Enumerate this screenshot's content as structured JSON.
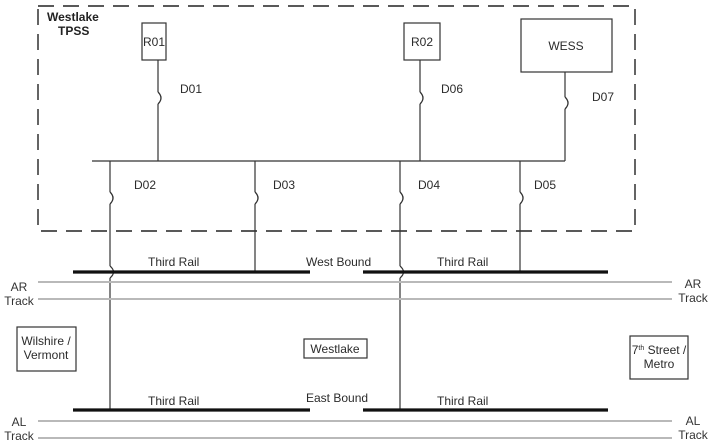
{
  "substation": {
    "name_line1": "Westlake",
    "name_line2": "TPSS"
  },
  "equipment": {
    "r01": "R01",
    "r02": "R02",
    "wess": "WESS"
  },
  "breakers": {
    "d01": "D01",
    "d02": "D02",
    "d03": "D03",
    "d04": "D04",
    "d05": "D05",
    "d06": "D06",
    "d07": "D07"
  },
  "rails": {
    "third_rail": "Third Rail",
    "west_bound": "West Bound",
    "east_bound": "East Bound"
  },
  "tracks": {
    "ar_line1": "AR",
    "al_line1": "AL",
    "track_word": "Track"
  },
  "stations": {
    "wilshire_line1": "Wilshire /",
    "wilshire_line2": "Vermont",
    "westlake": "Westlake",
    "seventh_num": "7",
    "seventh_sup": "th",
    "seventh_rest": " Street /",
    "seventh_line2": "Metro"
  }
}
